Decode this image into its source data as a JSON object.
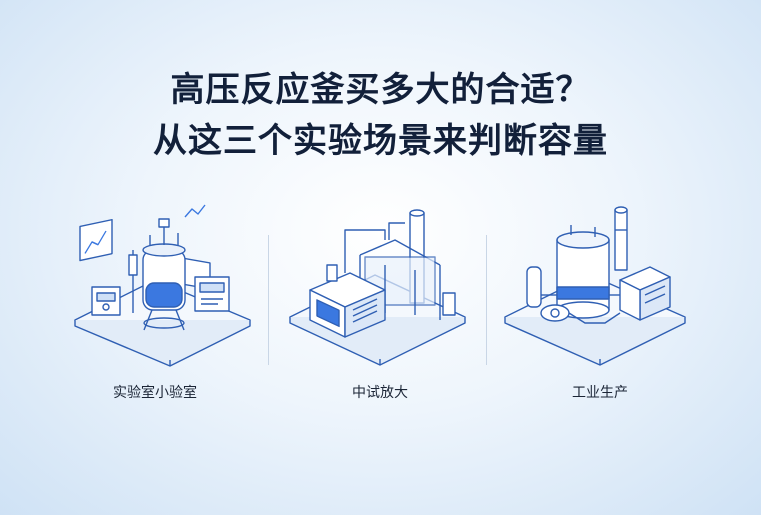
{
  "title": {
    "line1": "高压反应釜买多大的合适？",
    "line2": "从这三个实验场景来判断容量"
  },
  "scenes": [
    {
      "label": "实验室小验室",
      "icon": "lab-reactor-icon"
    },
    {
      "label": "中试放大",
      "icon": "pilot-plant-icon"
    },
    {
      "label": "工业生产",
      "icon": "industrial-plant-icon"
    }
  ],
  "colors": {
    "title": "#12203a",
    "line": "#2f5fb3",
    "accent": "#3b78e0",
    "platform": "#f4f8fd"
  }
}
